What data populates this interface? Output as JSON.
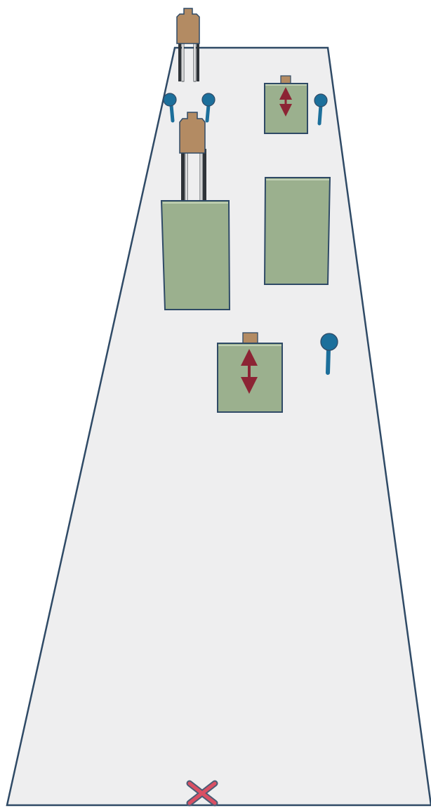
{
  "colors": {
    "background": "#ffffff",
    "floor_fill": "#eeeeef",
    "outline": "#2f4a66",
    "wall_fill": "#9bb08e",
    "wall_top_edge": "#c3d2b6",
    "target_fill": "#b38b63",
    "target_leg": "#2e3338",
    "popper_fill": "#1c6f9b",
    "mover_arrow": "#8c2434",
    "start_marker": "#d94f63",
    "start_marker_outline": "#4a5c75"
  },
  "elements": {
    "floor": "stage-floor",
    "start_marker": "start-position-x-icon",
    "paper_targets": [
      "paper-target",
      "paper-target"
    ],
    "steel_poppers": [
      "steel-popper",
      "steel-popper",
      "steel-popper",
      "steel-popper"
    ],
    "barricade_walls": [
      "barricade-wall",
      "barricade-wall"
    ],
    "moving_target_walls": [
      "moving-target-wall",
      "moving-target-wall"
    ]
  }
}
